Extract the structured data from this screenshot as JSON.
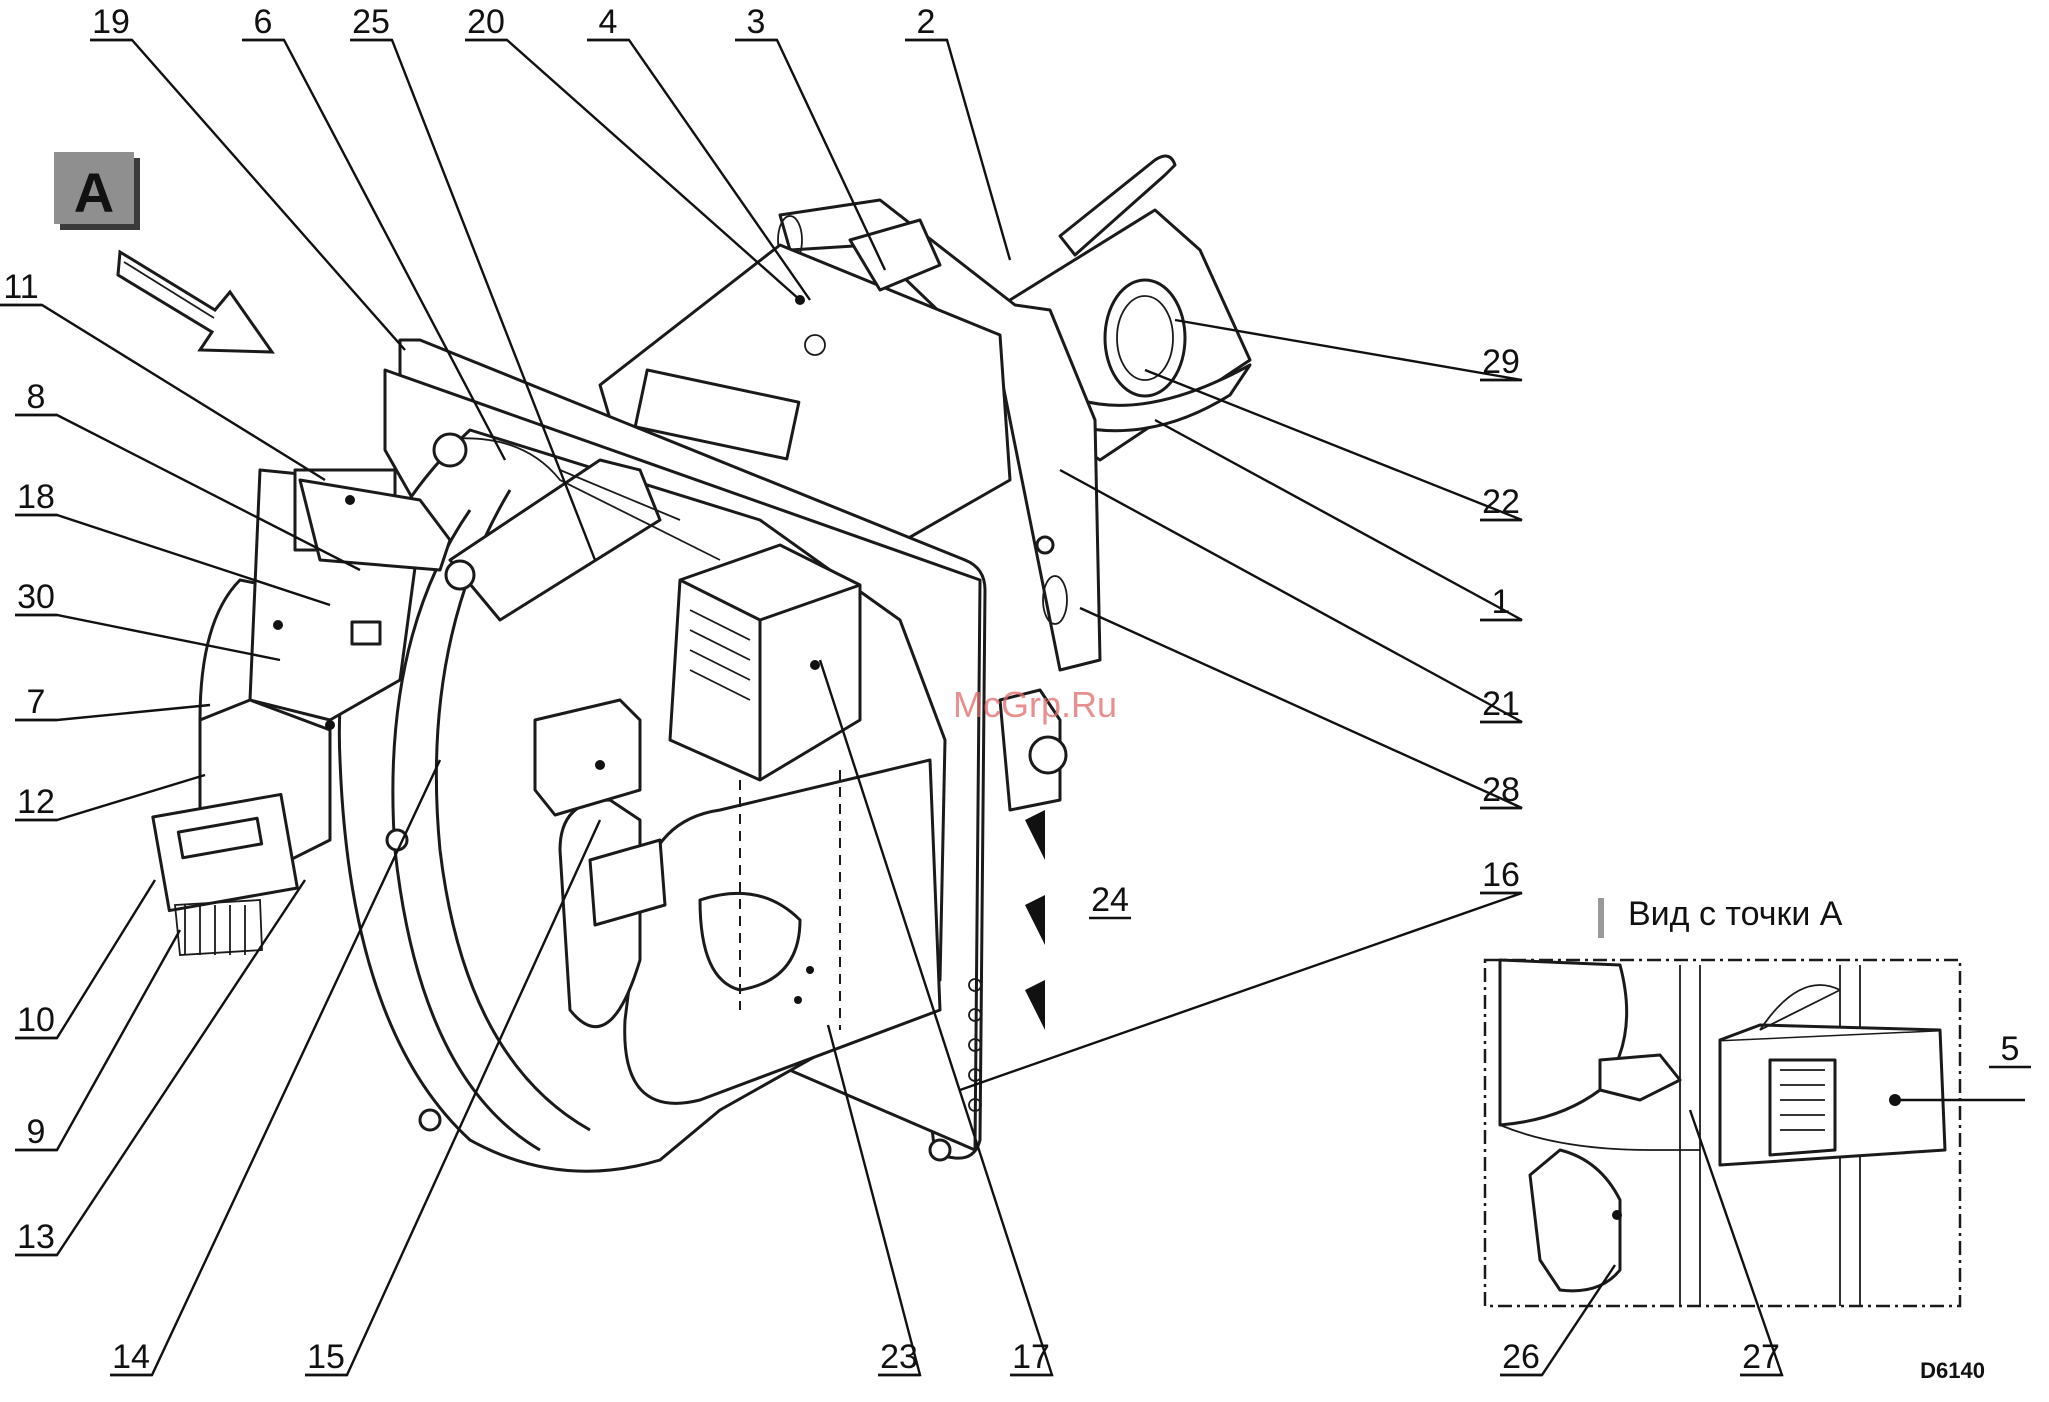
{
  "view_marker": "A",
  "view_caption": "Вид с точки A",
  "watermark": "McGrp.Ru",
  "drawing_code": "D6140",
  "callouts": [
    "1",
    "2",
    "3",
    "4",
    "5",
    "6",
    "7",
    "8",
    "9",
    "10",
    "11",
    "12",
    "13",
    "14",
    "15",
    "16",
    "17",
    "18",
    "19",
    "20",
    "21",
    "22",
    "23",
    "24",
    "25",
    "26",
    "27",
    "28",
    "29",
    "30"
  ]
}
